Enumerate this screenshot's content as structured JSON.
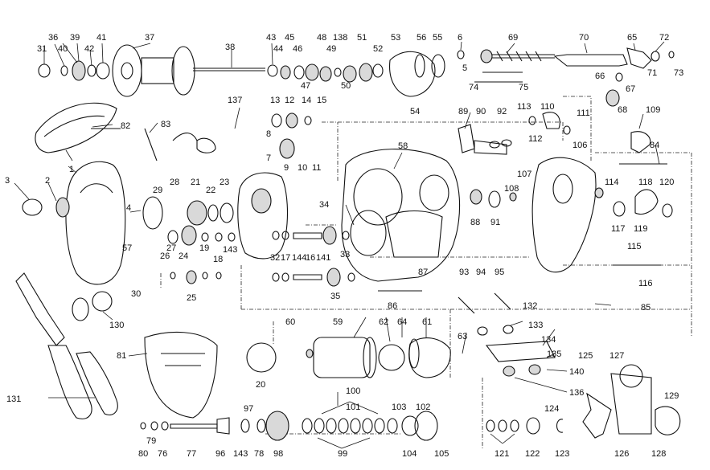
{
  "callouts": [
    "1",
    "2",
    "3",
    "4",
    "5",
    "6",
    "7",
    "8",
    "9",
    "10",
    "11",
    "12",
    "13",
    "14",
    "15",
    "16",
    "17",
    "18",
    "19",
    "20",
    "21",
    "22",
    "23",
    "24",
    "25",
    "26",
    "27",
    "28",
    "29",
    "30",
    "31",
    "32",
    "33",
    "34",
    "35",
    "36",
    "37",
    "38",
    "39",
    "40",
    "41",
    "42",
    "43",
    "44",
    "45",
    "46",
    "47",
    "48",
    "49",
    "50",
    "51",
    "52",
    "53",
    "54",
    "55",
    "56",
    "57",
    "58",
    "59",
    "60",
    "61",
    "62",
    "63",
    "64",
    "65",
    "66",
    "67",
    "68",
    "69",
    "70",
    "71",
    "72",
    "73",
    "74",
    "75",
    "76",
    "77",
    "78",
    "79",
    "80",
    "81",
    "82",
    "83",
    "84",
    "85",
    "86",
    "87",
    "88",
    "89",
    "90",
    "91",
    "92",
    "93",
    "94",
    "95",
    "96",
    "97",
    "98",
    "99",
    "100",
    "101",
    "102",
    "103",
    "104",
    "105",
    "106",
    "107",
    "108",
    "109",
    "110",
    "111",
    "112",
    "113",
    "114",
    "115",
    "116",
    "117",
    "118",
    "119",
    "120",
    "121",
    "122",
    "123",
    "124",
    "125",
    "126",
    "127",
    "128",
    "129",
    "130",
    "131",
    "132",
    "133",
    "134",
    "135",
    "136",
    "137",
    "138",
    "140",
    "141",
    "143",
    "144"
  ]
}
